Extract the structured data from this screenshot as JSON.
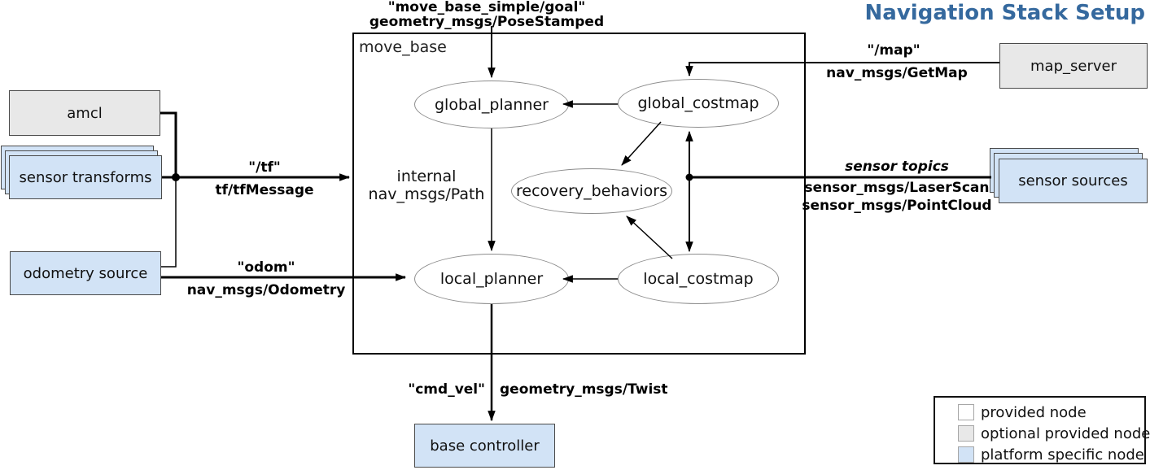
{
  "title": "Navigation Stack Setup",
  "container": {
    "label": "move_base"
  },
  "nodes": {
    "amcl": "amcl",
    "sensor_transforms": "sensor transforms",
    "odometry_source": "odometry source",
    "map_server": "map_server",
    "sensor_sources": "sensor sources",
    "base_controller": "base controller"
  },
  "ellipses": {
    "global_planner": "global_planner",
    "global_costmap": "global_costmap",
    "recovery_behaviors": "recovery_behaviors",
    "local_planner": "local_planner",
    "local_costmap": "local_costmap"
  },
  "edges": {
    "goal": {
      "topic": "\"move_base_simple/goal\"",
      "type": "geometry_msgs/PoseStamped"
    },
    "map": {
      "topic": "\"/map\"",
      "type": "nav_msgs/GetMap"
    },
    "tf": {
      "topic": "\"/tf\"",
      "type": "tf/tfMessage"
    },
    "odom": {
      "topic": "\"odom\"",
      "type": "nav_msgs/Odometry"
    },
    "sensor": {
      "topic": "sensor topics",
      "type1": "sensor_msgs/LaserScan",
      "type2": "sensor_msgs/PointCloud"
    },
    "cmd_vel": {
      "topic": "\"cmd_vel\"",
      "type": "geometry_msgs/Twist"
    },
    "internal": {
      "line1": "internal",
      "line2": "nav_msgs/Path"
    }
  },
  "legend": {
    "items": [
      {
        "label": "provided node",
        "color": "#ffffff"
      },
      {
        "label": "optional provided node",
        "color": "#e8e8e8"
      },
      {
        "label": "platform specific node",
        "color": "#d2e3f6"
      }
    ]
  },
  "colors": {
    "title": "#35699e",
    "platform_node_fill": "#d2e3f6",
    "optional_node_fill": "#e8e8e8",
    "provided_node_fill": "#ffffff",
    "line": "#000000"
  }
}
